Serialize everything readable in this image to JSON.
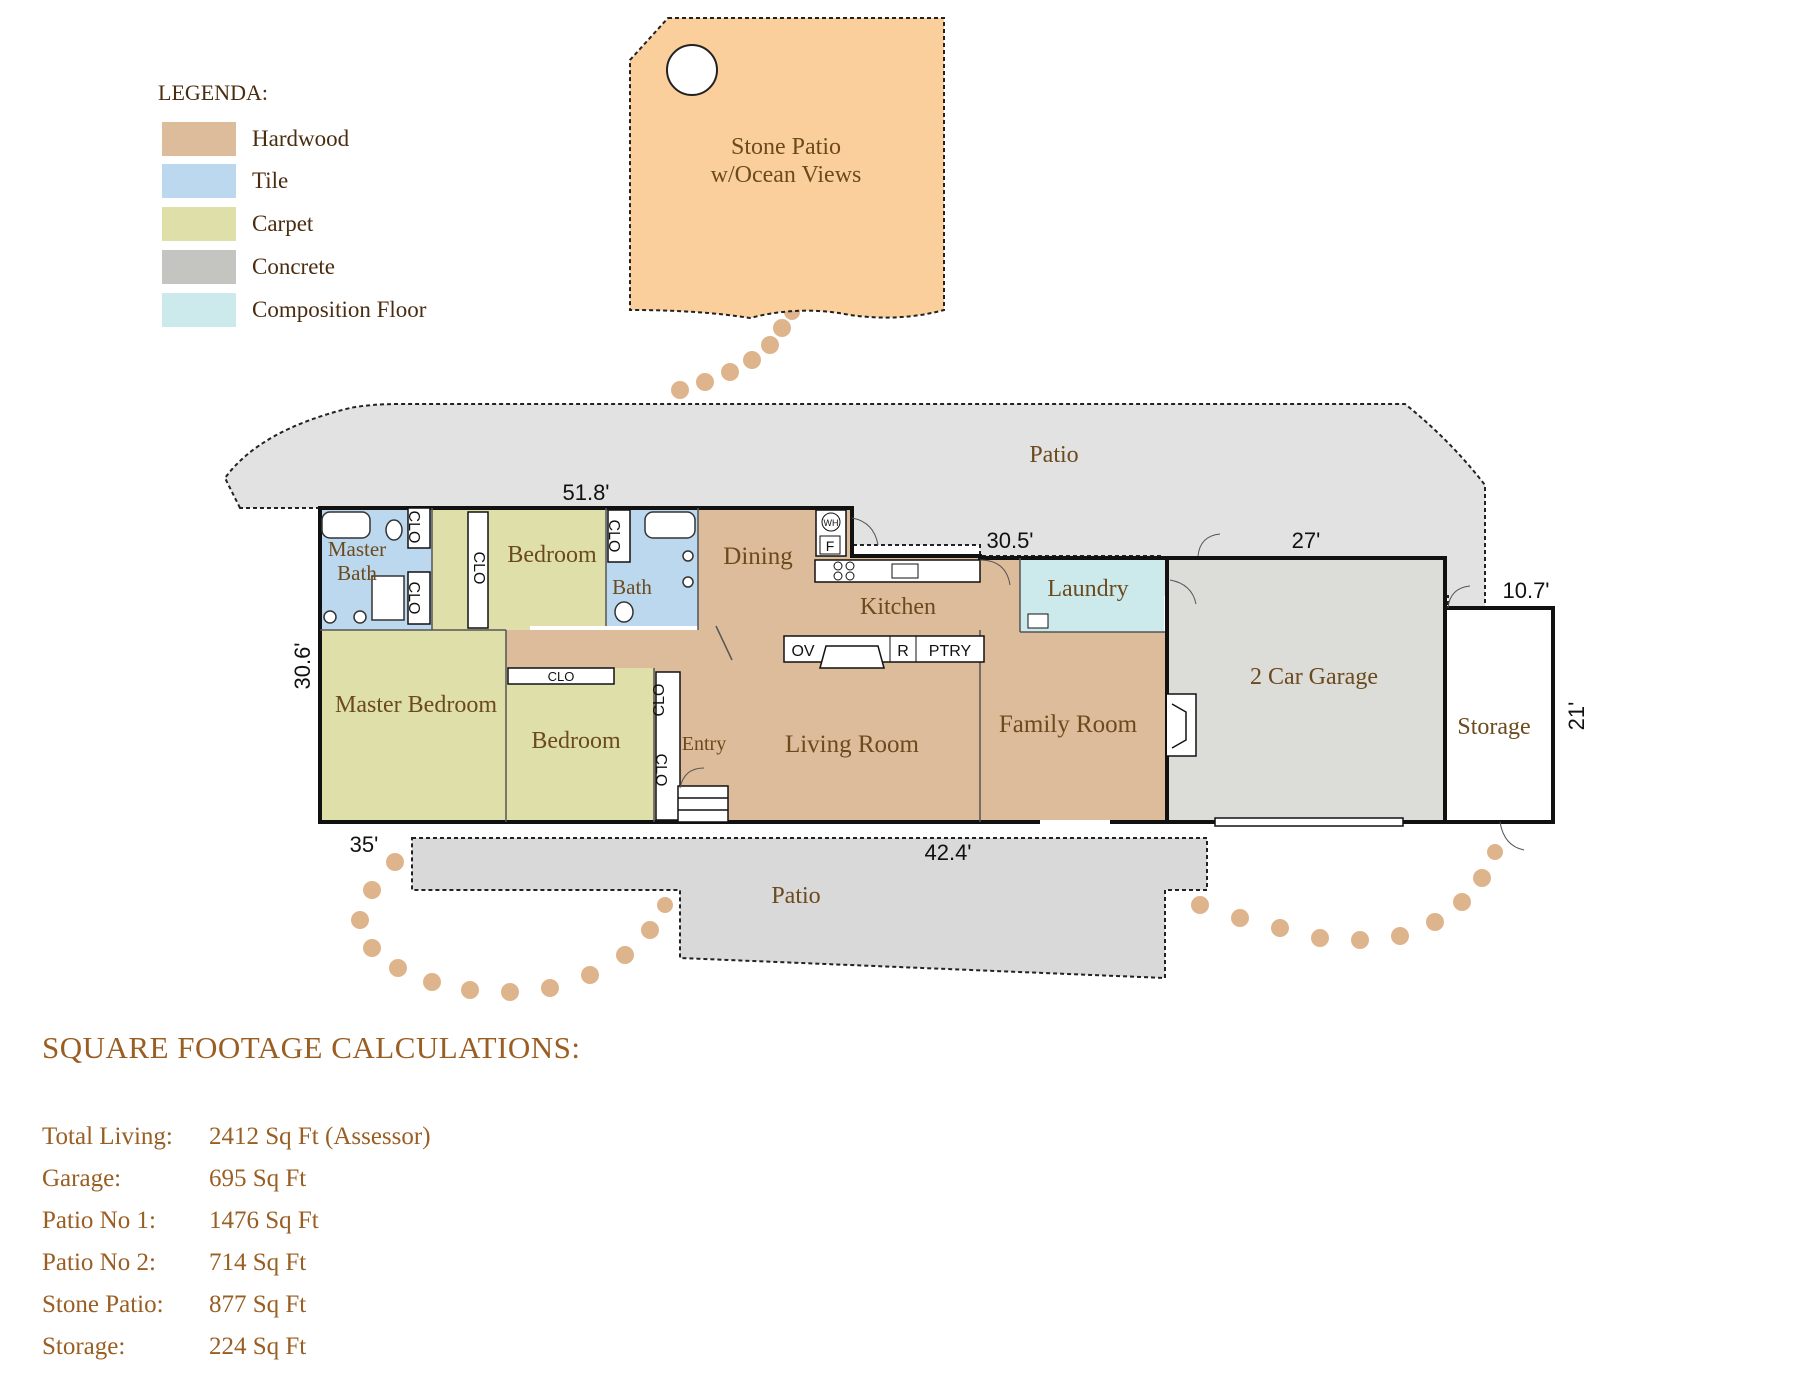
{
  "legend": {
    "title": "LEGENDA:",
    "items": [
      {
        "label": "Hardwood",
        "color": "#dcbc9a"
      },
      {
        "label": "Tile",
        "color": "#bcd8ee"
      },
      {
        "label": "Carpet",
        "color": "#dfdfaa"
      },
      {
        "label": "Concrete",
        "color": "#c4c4c0"
      },
      {
        "label": "Composition Floor",
        "color": "#cceaec"
      }
    ]
  },
  "areas": {
    "stone_patio_l1": "Stone Patio",
    "stone_patio_l2": "w/Ocean Views",
    "patio_top": "Patio",
    "patio_bottom": "Patio",
    "master_bath_l1": "Master",
    "master_bath_l2": "Bath",
    "bedroom_top": "Bedroom",
    "bath": "Bath",
    "dining": "Dining",
    "kitchen": "Kitchen",
    "laundry": "Laundry",
    "garage": "2 Car Garage",
    "storage": "Storage",
    "master_bedroom": "Master Bedroom",
    "bedroom_bottom": "Bedroom",
    "entry": "Entry",
    "living_room": "Living Room",
    "family_room": "Family Room"
  },
  "fixtures": {
    "clo": "CLO",
    "ov": "OV",
    "r": "R",
    "ptry": "PTRY",
    "wh": "WH",
    "f": "F"
  },
  "dimensions": {
    "top_width": "51.8'",
    "left_height": "30.6'",
    "kitchen_wall": "30.5'",
    "garage_width": "27'",
    "storage_width": "10.7'",
    "storage_height": "21'",
    "bottom_left": "35'",
    "bottom_mid": "42.4'"
  },
  "colors": {
    "hardwood": "#dcbc9a",
    "tile": "#bcd8ee",
    "carpet": "#dfdfaa",
    "concrete": "#c4c4c0",
    "composition": "#cceaec",
    "stone_patio": "#fbcf9b",
    "garage": "#dcdcd8",
    "patio": "#e2e2e2",
    "walkway": "#d9a878"
  },
  "sqft": {
    "title": "SQUARE FOOTAGE CALCULATIONS:",
    "rows": [
      {
        "label": "Total Living:",
        "value": "2412 Sq Ft (Assessor)"
      },
      {
        "label": "Garage:",
        "value": "695 Sq Ft"
      },
      {
        "label": "Patio No 1:",
        "value": "1476 Sq Ft"
      },
      {
        "label": "Patio No 2:",
        "value": "714 Sq Ft"
      },
      {
        "label": "Stone Patio:",
        "value": "877 Sq Ft"
      },
      {
        "label": "Storage:",
        "value": "224 Sq Ft"
      }
    ]
  }
}
